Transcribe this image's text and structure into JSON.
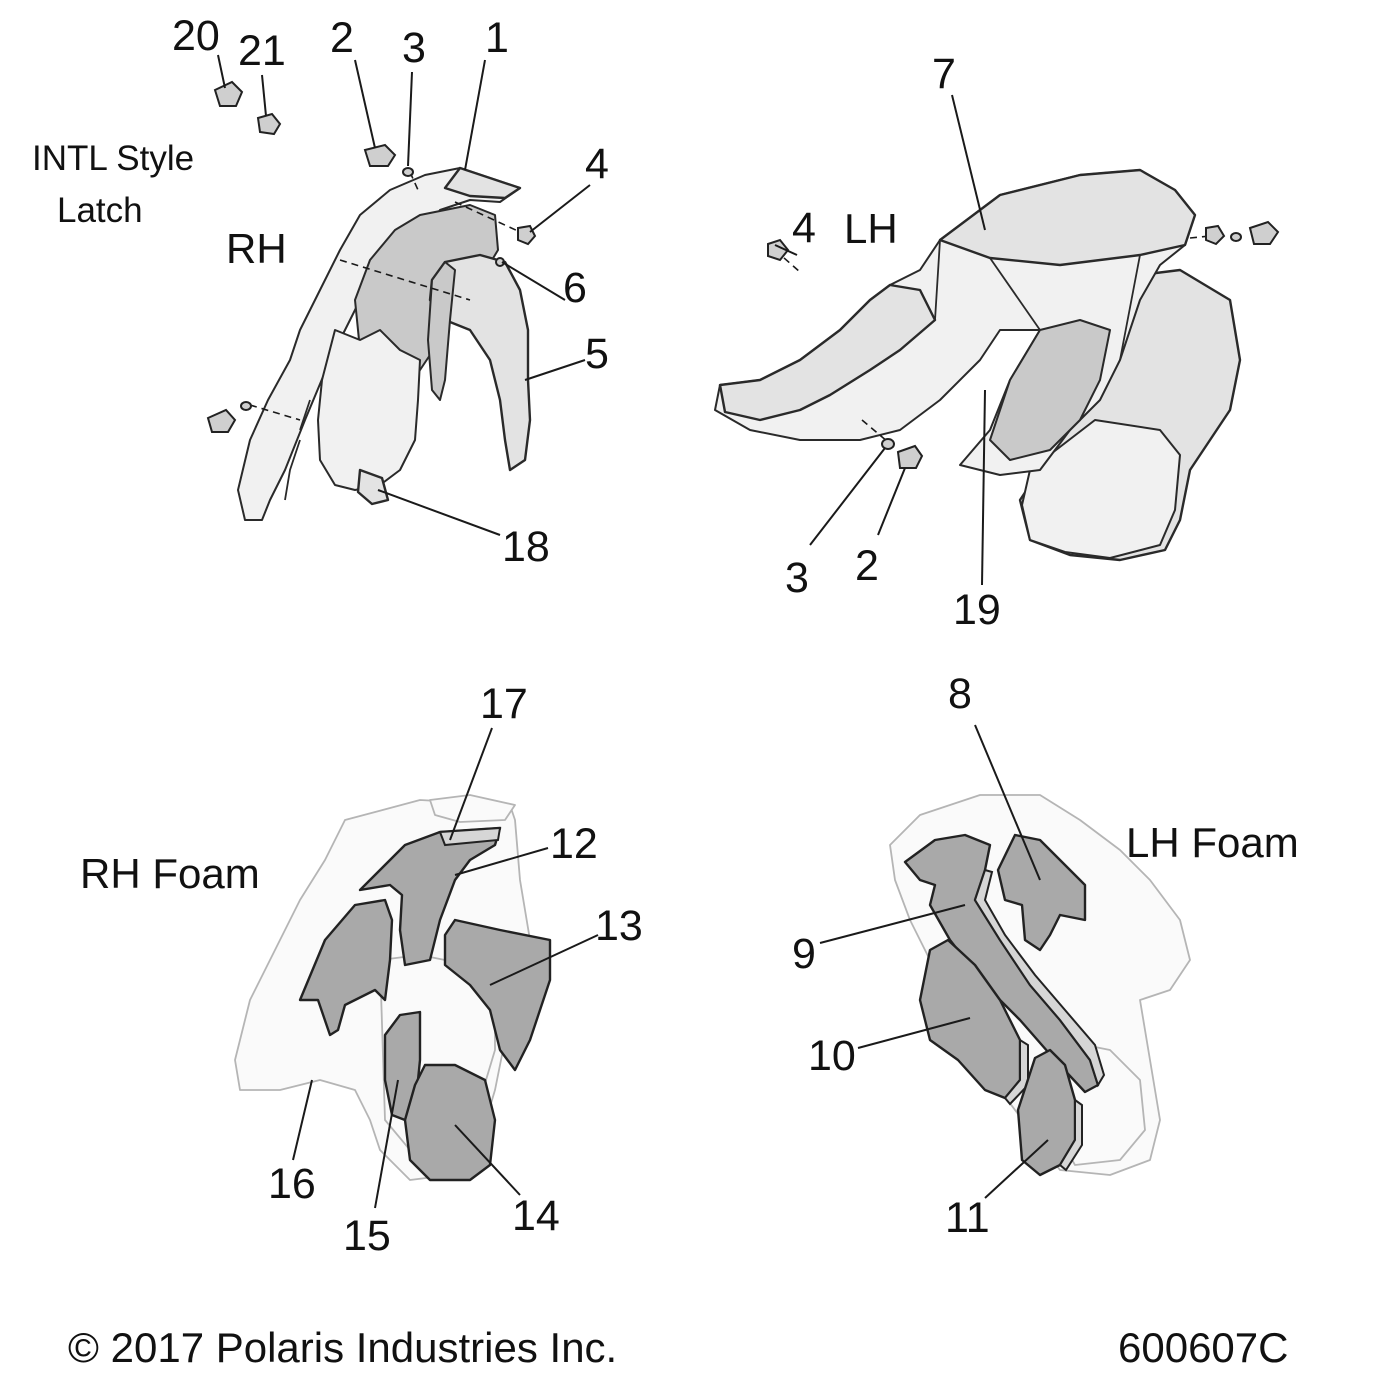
{
  "diagram": {
    "callouts": {
      "c1": "1",
      "c2": "2",
      "c3": "3",
      "c4": "4",
      "c5": "5",
      "c6": "6",
      "c18": "18",
      "c20": "20",
      "c21": "21",
      "c7": "7",
      "c4b": "4",
      "c3b": "3",
      "c2b": "2",
      "c19": "19",
      "c17": "17",
      "c12": "12",
      "c13": "13",
      "c16": "16",
      "c15": "15",
      "c14": "14",
      "c8": "8",
      "c9": "9",
      "c10": "10",
      "c11": "11"
    },
    "labels": {
      "intl_line1": "INTL Style",
      "intl_line2": "Latch",
      "rh": "RH",
      "lh": "LH",
      "rh_foam": "RH Foam",
      "lh_foam": "LH Foam"
    },
    "footer": {
      "copyright": "© 2017 Polaris Industries Inc.",
      "drawing_number": "600607C"
    }
  }
}
